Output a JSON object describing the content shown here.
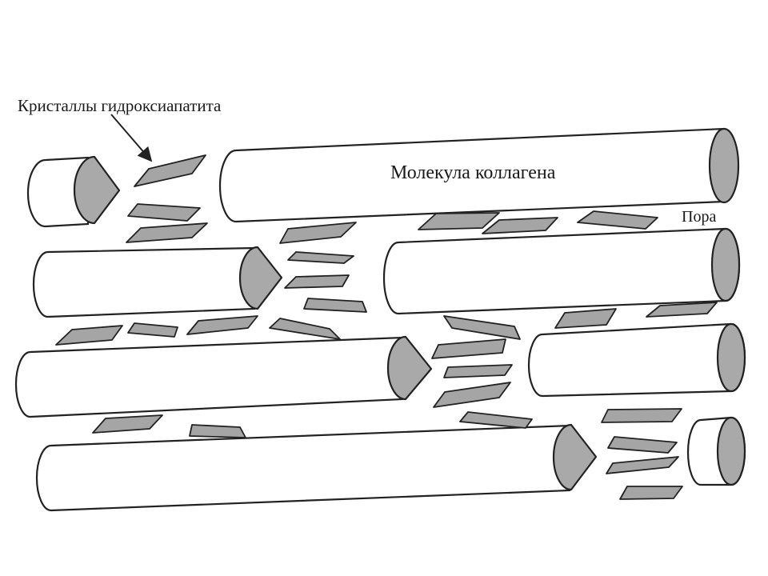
{
  "labels": {
    "crystals": "Кристаллы гидроксиапатита",
    "molecule": "Молекула коллагена",
    "pore": "Пора"
  },
  "colors": {
    "crystal_fill": "#a5a5a5",
    "cap_fill": "#a9a9a9",
    "outline": "#222222",
    "background": "#ffffff"
  }
}
